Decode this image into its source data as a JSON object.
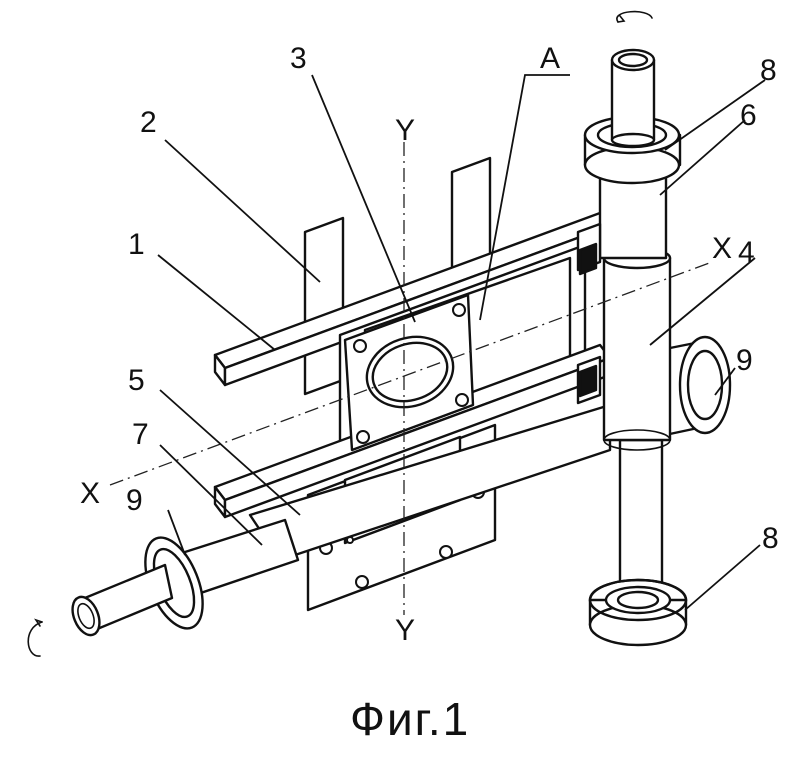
{
  "labels": {
    "l1": "1",
    "l2": "2",
    "l3": "3",
    "lA": "A",
    "l4": "4",
    "l5": "5",
    "l6": "6",
    "l7": "7",
    "l8_top": "8",
    "l8_bottom": "8",
    "l9_left": "9",
    "l9_right": "9",
    "axis_x_left": "X",
    "axis_x_right": "X",
    "axis_y_top": "Y",
    "axis_y_bottom": "Y"
  },
  "caption": "Фиг.1"
}
